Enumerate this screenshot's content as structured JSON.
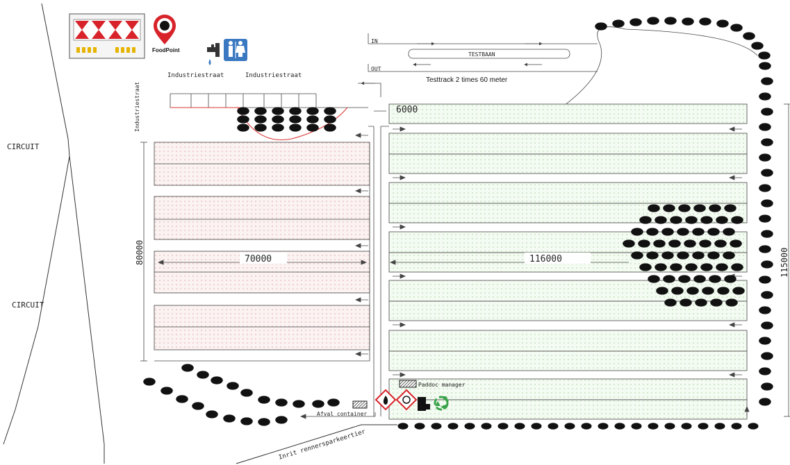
{
  "labels": {
    "circuit_top": "CIRCUIT",
    "circuit_bottom": "CIRCUIT",
    "industriestraat_1": "Industriestraat",
    "industriestraat_2": "Industriestraat",
    "industriestraat_vertical": "Industriestraat",
    "in": "IN",
    "out": "OUT",
    "testbaan": "TESTBAAN",
    "testtrack_note": "Testtrack 2 times 60 meter",
    "foodpoint": "FoodPoint",
    "dim_6000": "6000",
    "dim_70000": "70000",
    "dim_116000": "116000",
    "dim_80000": "80000",
    "dim_115000": "115000",
    "paddock_manager": "Paddoc manager",
    "afval_container": "Afval container",
    "inrit": "Inrit rennersparkeertier"
  },
  "colors": {
    "left_zone_fill": "#fbf2f2",
    "left_zone_dot": "#e2a8a8",
    "right_zone_fill": "#f4fbf2",
    "right_zone_dot": "#a8d6a0",
    "tree": "#111111",
    "wc_blue": "#3a78c2",
    "foodpoint_red": "#d8232a",
    "recycle_green": "#3aa34a",
    "line": "#444444"
  },
  "icons": [
    "flag-grid-icon",
    "foodpoint-icon",
    "water-tap-icon",
    "toilet-icon",
    "flammable-icon",
    "biohazard-icon",
    "fuel-tank-icon",
    "recycle-icon"
  ]
}
